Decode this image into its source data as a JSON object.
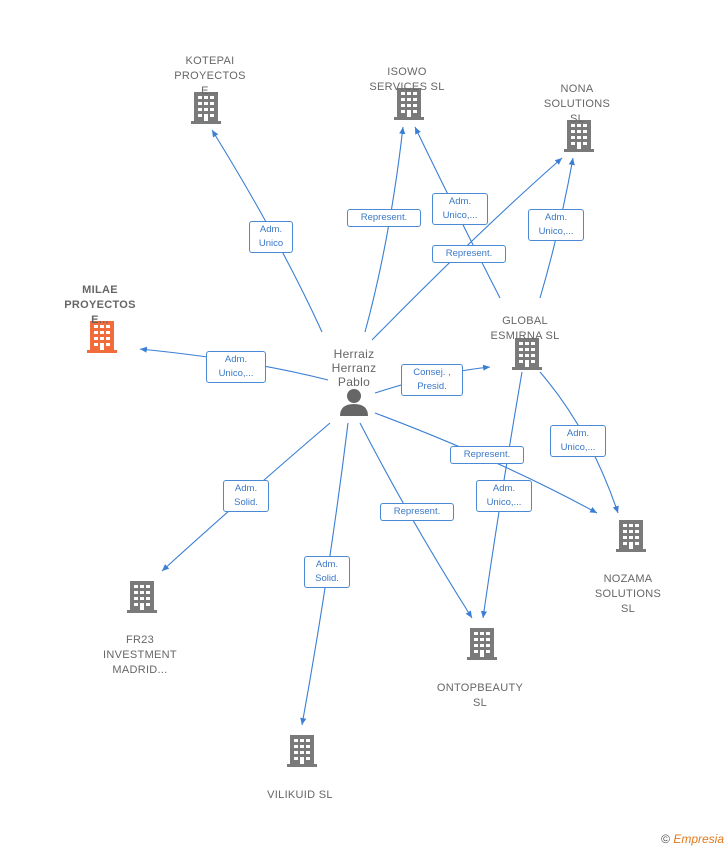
{
  "person": {
    "lines": [
      "Herraiz",
      "Herranz",
      "Pablo"
    ]
  },
  "companies": {
    "kotepai": {
      "lines": [
        "KOTEPAI",
        "PROYECTOS",
        "E..."
      ],
      "highlight": false
    },
    "isowo": {
      "lines": [
        "ISOWO",
        "SERVICES  SL"
      ],
      "highlight": false
    },
    "nona": {
      "lines": [
        "NONA",
        "SOLUTIONS",
        "SL"
      ],
      "highlight": false
    },
    "milae": {
      "lines": [
        "MILAE",
        "PROYECTOS",
        "E..."
      ],
      "highlight": true
    },
    "global": {
      "lines": [
        "GLOBAL",
        "ESMIRNA  SL"
      ],
      "highlight": false
    },
    "nozama": {
      "lines": [
        "NOZAMA",
        "SOLUTIONS",
        "SL"
      ],
      "highlight": false
    },
    "fr23": {
      "lines": [
        "FR23",
        "INVESTMENT",
        "MADRID..."
      ],
      "highlight": false
    },
    "ontop": {
      "lines": [
        "ONTOPBEAUTY",
        "SL"
      ],
      "highlight": false
    },
    "vilikuid": {
      "lines": [
        "VILIKUID  SL"
      ],
      "highlight": false
    }
  },
  "edges": [
    {
      "id": "e-kotepai",
      "lines": [
        "Adm.",
        "Unico"
      ]
    },
    {
      "id": "e-isowo",
      "lines": [
        "Represent."
      ]
    },
    {
      "id": "e-global-isowo",
      "lines": [
        "Adm.",
        "Unico,..."
      ]
    },
    {
      "id": "e-global-nona",
      "lines": [
        "Adm.",
        "Unico,..."
      ]
    },
    {
      "id": "e-nona",
      "lines": [
        "Represent."
      ]
    },
    {
      "id": "e-milae",
      "lines": [
        "Adm.",
        "Unico,..."
      ]
    },
    {
      "id": "e-global",
      "lines": [
        "Consej. ,",
        "Presid."
      ]
    },
    {
      "id": "e-nozama",
      "lines": [
        "Represent."
      ]
    },
    {
      "id": "e-global-nozama",
      "lines": [
        "Adm.",
        "Unico,..."
      ]
    },
    {
      "id": "e-global-ontop",
      "lines": [
        "Adm.",
        "Unico,..."
      ]
    },
    {
      "id": "e-fr23",
      "lines": [
        "Adm.",
        "Solid."
      ]
    },
    {
      "id": "e-ontop",
      "lines": [
        "Represent."
      ]
    },
    {
      "id": "e-vilikuid",
      "lines": [
        "Adm.",
        "Solid."
      ]
    }
  ],
  "colors": {
    "edge": "#3a7fd5",
    "building": "#7a7a7a",
    "highlight": "#f26b3a",
    "person": "#666666"
  },
  "footer": {
    "symbol": "©",
    "brand": "Empresia"
  }
}
